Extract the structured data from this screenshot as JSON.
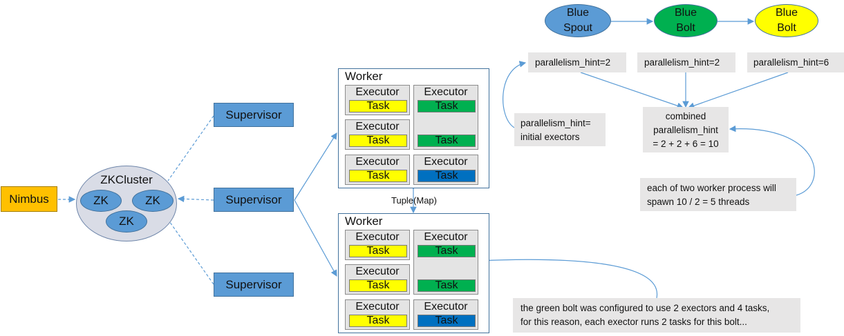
{
  "nimbus": "Nimbus",
  "zk_cluster": {
    "label": "ZKCluster",
    "nodes": [
      "ZK",
      "ZK",
      "ZK"
    ]
  },
  "supervisors": [
    "Supervisor",
    "Supervisor",
    "Supervisor"
  ],
  "tuple_label": "Tuple(Map)",
  "workers": [
    {
      "title": "Worker",
      "executors": [
        {
          "label": "Executor",
          "tasks": [
            "Task"
          ]
        },
        {
          "label": "Executor",
          "tasks": [
            "Task"
          ]
        },
        {
          "label": "Executor",
          "tasks": [
            "Task"
          ]
        },
        {
          "label": "",
          "tasks": [
            "Task"
          ]
        },
        {
          "label": "Executor",
          "tasks": [
            "Task"
          ]
        },
        {
          "label": "Executor",
          "tasks": [
            "Task"
          ]
        }
      ]
    },
    {
      "title": "Worker",
      "executors": [
        {
          "label": "Executor",
          "tasks": [
            "Task"
          ]
        },
        {
          "label": "Executor",
          "tasks": [
            "Task"
          ]
        },
        {
          "label": "Executor",
          "tasks": [
            "Task"
          ]
        },
        {
          "label": "",
          "tasks": [
            "Task"
          ]
        },
        {
          "label": "Executor",
          "tasks": [
            "Task"
          ]
        },
        {
          "label": "Executor",
          "tasks": [
            "Task"
          ]
        }
      ]
    }
  ],
  "topology": [
    {
      "line1": "Blue",
      "line2": "Spout",
      "color": "#5b9bd5"
    },
    {
      "line1": "Blue",
      "line2": "Bolt",
      "color": "#00b050"
    },
    {
      "line1": "Blue",
      "line2": "Bolt",
      "color": "#ffff00"
    }
  ],
  "hints": [
    "parallelism_hint=2",
    "parallelism_hint=2",
    "parallelism_hint=6"
  ],
  "notes": {
    "initial": [
      "parallelism_hint=",
      "initial exectors"
    ],
    "combined": [
      "combined",
      "parallelism_hint",
      "= 2 + 2 + 6 = 10"
    ],
    "threads": [
      "each of two  worker  process will",
      "spawn 10 / 2 = 5 threads"
    ],
    "green_bolt": [
      "the green bolt was configured to use 2 exectors and 4 tasks,",
      "for this reason, each exector runs 2 tasks for this bolt..."
    ]
  },
  "colors": {
    "yellow_task": "#ffff00",
    "green_task": "#00b050",
    "blue_task": "#0070c0",
    "nimbus": "#ffc000",
    "supervisor": "#5b9bd5",
    "arrow": "#5b9bd5"
  }
}
